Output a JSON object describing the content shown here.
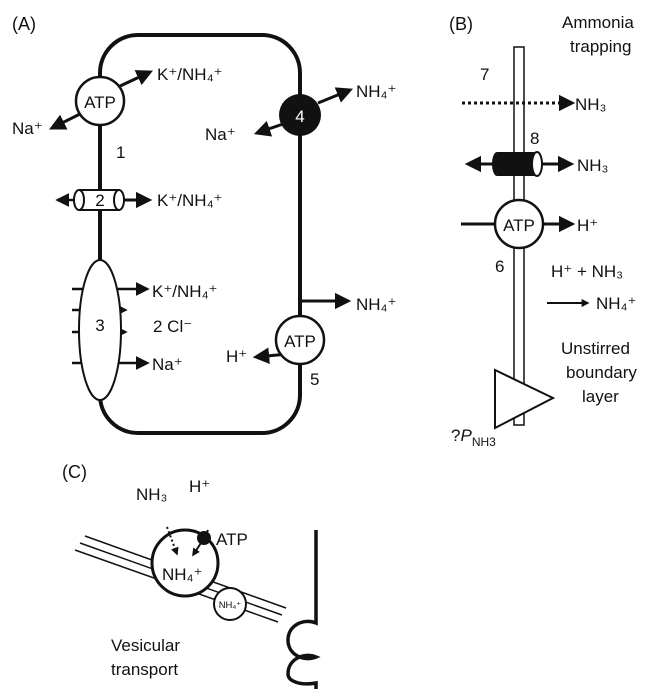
{
  "panels": {
    "a": "(A)",
    "b": "(B)",
    "c": "(C)"
  },
  "panel_a": {
    "atp_pump_1": "ATP",
    "pump_1_number": "1",
    "pump_1_out_top": "K⁺/NH₄⁺",
    "pump_1_out_left": "Na⁺",
    "channel_2_number": "2",
    "channel_2_out": "K⁺/NH₄⁺",
    "cotransporter_3_number": "3",
    "cotransporter_3_out_1": "K⁺/NH₄⁺",
    "cotransporter_3_out_2": "2 Cl⁻",
    "cotransporter_3_out_3": "Na⁺",
    "exchanger_4_number": "4",
    "exchanger_4_out": "NH₄⁺",
    "exchanger_4_in": "Na⁺",
    "atp_pump_5": "ATP",
    "pump_5_number": "5",
    "pump_5_out": "NH₄⁺",
    "pump_5_in": "H⁺"
  },
  "panel_b": {
    "title_line_1": "Ammonia",
    "title_line_2": "trapping",
    "path_7_number": "7",
    "path_7_label": "NH₃",
    "channel_8_number": "8",
    "channel_8_label": "NH₃",
    "atp_pump_6": "ATP",
    "pump_6_number": "6",
    "pump_6_out": "H⁺",
    "reaction_line_1": "H⁺ + NH₃",
    "reaction_line_2": "NH₄⁺",
    "boundary_line_1": "Unstirred",
    "boundary_line_2": "boundary",
    "boundary_line_3": "layer",
    "permeability_prefix": "?",
    "permeability_symbol": "P",
    "permeability_subscript": "NH3"
  },
  "panel_c": {
    "vesicle_nh3": "NH₃",
    "vesicle_h": "H⁺",
    "vesicle_atp": "ATP",
    "vesicle_content": "NH₄⁺",
    "small_vesicle_content": "NH₄⁺",
    "caption_line_1": "Vesicular",
    "caption_line_2": "transport"
  }
}
